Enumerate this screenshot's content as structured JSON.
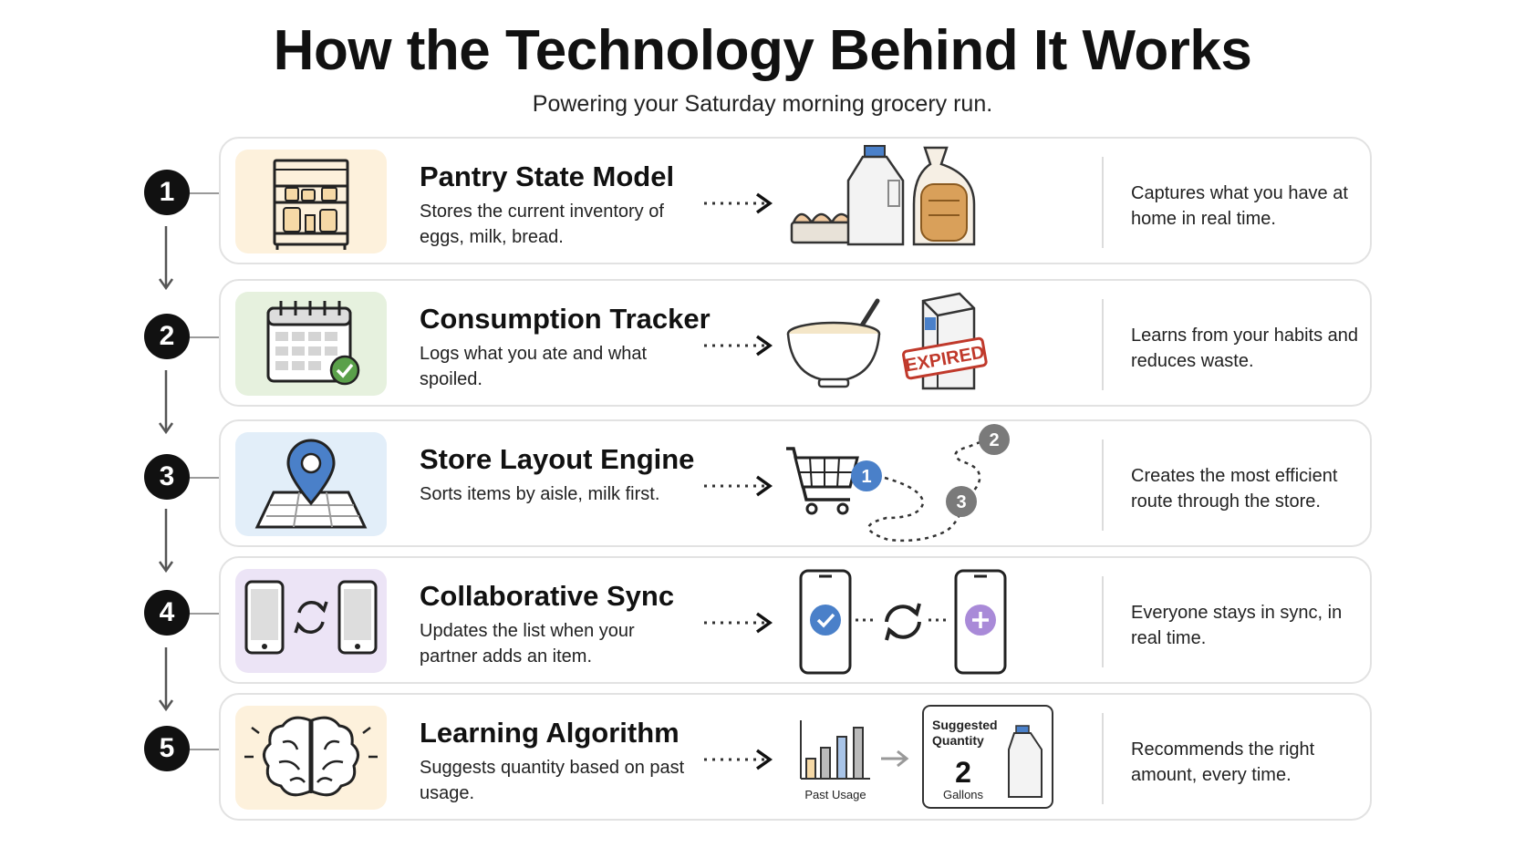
{
  "header": {
    "title": "How the Technology Behind It Works",
    "subtitle": "Powering your Saturday morning grocery run."
  },
  "steps": [
    {
      "number": "1",
      "title": "Pantry State Model",
      "description": "Stores the current inventory of eggs, milk, bread.",
      "note": "Captures what you have at home in real time.",
      "tile_color": "#fdf1dc",
      "icon": "pantry-shelf-icon"
    },
    {
      "number": "2",
      "title": "Consumption Tracker",
      "description": "Logs what you ate and what spoiled.",
      "note": "Learns from your habits and reduces waste.",
      "tile_color": "#e6f1de",
      "icon": "calendar-check-icon",
      "badge": "EXPIRED"
    },
    {
      "number": "3",
      "title": "Store Layout Engine",
      "description": "Sorts items by aisle, milk first.",
      "note": "Creates the most efficient route through the store.",
      "tile_color": "#e2eef9",
      "icon": "map-pin-icon",
      "route_stops": [
        "1",
        "2",
        "3"
      ]
    },
    {
      "number": "4",
      "title": "Collaborative Sync",
      "description": "Updates the list when your partner adds an item.",
      "note": "Everyone stays in sync, in real time.",
      "tile_color": "#ece4f6",
      "icon": "phones-sync-icon"
    },
    {
      "number": "5",
      "title": "Learning Algorithm",
      "description": "Suggests quantity based on past usage.",
      "note": "Recommends the right amount, every time.",
      "tile_color": "#fdf1dc",
      "icon": "brain-icon",
      "chart_label": "Past Usage",
      "suggestion": {
        "label": "Suggested Quantity",
        "value": "2",
        "unit": "Gallons"
      }
    }
  ],
  "colors": {
    "accent_blue": "#4a80c9",
    "route_grey": "#7a7a7a",
    "check_green": "#5aa04a",
    "expired_red": "#c0392b",
    "plus_purple": "#a98ad8",
    "bread": "#d9a05a"
  }
}
